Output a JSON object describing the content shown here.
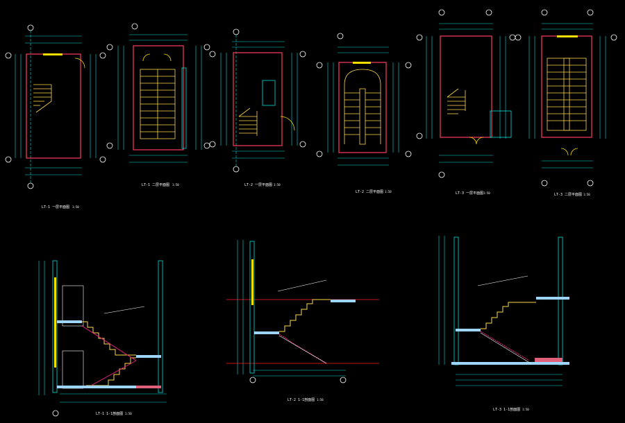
{
  "colors": {
    "background": "#000000",
    "dimension": "#00e0e0",
    "wall": "#ff3b5c",
    "window": "#ffe000",
    "stair": "#ffd84a",
    "grid": "#ffffff",
    "slab": "#9fd6ff",
    "cut": "#e0207a",
    "leader": "#ffffff",
    "section_line": "#ff2020",
    "door": "#ffe000"
  },
  "plans": [
    {
      "title": "LT-1 一层平面图",
      "scale": "1:50"
    },
    {
      "title": "LT-1 二层平面图",
      "scale": "1:50"
    },
    {
      "title": "LT-2 一层平面图",
      "scale": "1:50"
    },
    {
      "title": "LT-2 二层平面图",
      "scale": "1:50"
    },
    {
      "title": "LT-3 一层平面图",
      "scale": "1:50"
    },
    {
      "title": "LT-3 二层平面图",
      "scale": "1:50"
    }
  ],
  "sections": [
    {
      "title": "LT-1 1-1剖面图",
      "scale": "1:50"
    },
    {
      "title": "LT-2 1-1剖面图",
      "scale": "1:50"
    },
    {
      "title": "LT-3 1-1剖面图",
      "scale": "1:50"
    }
  ],
  "icons": [
    "grid-bubble-icon",
    "door-swing-icon",
    "stair-arrow-icon",
    "section-cut-icon"
  ]
}
